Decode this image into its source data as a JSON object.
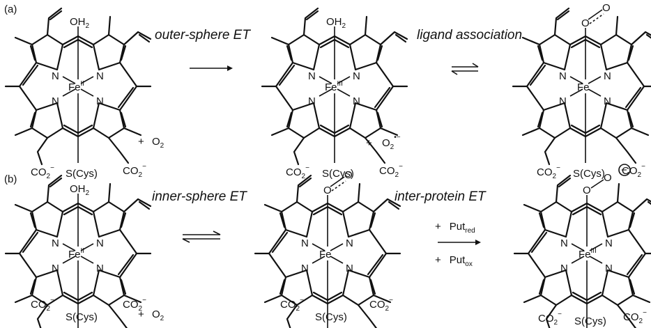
{
  "panels": [
    {
      "label": "(a)",
      "steps": [
        "outer-sphere ET",
        "ligand association"
      ],
      "molecules": [
        {
          "axial": "OH2",
          "axial_main": "OH",
          "axial_sub": "2",
          "metal": "Fe",
          "ox": "II",
          "n": [
            "N",
            "N",
            "N",
            "N"
          ],
          "co2": [
            "CO2",
            "CO2"
          ],
          "co2_main": "CO",
          "co2_sub": "2",
          "co2_sup": "−",
          "thiolate": "S(Cys)",
          "plus": "+",
          "reagent_main": "O",
          "reagent_sub": "2",
          "reagent_sup": ""
        },
        {
          "axial": "OH2",
          "axial_main": "OH",
          "axial_sub": "2",
          "metal": "Fe",
          "ox": "III",
          "n": [
            "N",
            "N",
            "N",
            "N"
          ],
          "co2": [
            "CO2",
            "CO2"
          ],
          "co2_main": "CO",
          "co2_sub": "2",
          "co2_sup": "−",
          "thiolate": "S(Cys)",
          "plus": "+",
          "reagent_main": "O",
          "reagent_sub": "2",
          "reagent_sup": "•−"
        },
        {
          "axial": "O=O",
          "axial_o1": "O",
          "axial_o2": "O",
          "metal": "Fe",
          "ox": "",
          "n": [
            "N",
            "N",
            "N",
            "N"
          ],
          "co2": [
            "CO2",
            "CO2"
          ],
          "co2_main": "CO",
          "co2_sub": "2",
          "co2_sup": "−",
          "thiolate": "S(Cys)"
        }
      ]
    },
    {
      "label": "(b)",
      "steps": [
        "inner-sphere ET",
        "inter-protein ET"
      ],
      "arrow_reagents": {
        "top_plus": "+",
        "top_main": "Put",
        "top_sub": "red",
        "bottom_plus": "+",
        "bottom_main": "Put",
        "bottom_sub": "ox"
      },
      "molecules": [
        {
          "axial": "OH2",
          "axial_main": "OH",
          "axial_sub": "2",
          "metal": "Fe",
          "ox": "II",
          "n": [
            "N",
            "N",
            "N",
            "N"
          ],
          "co2": [
            "CO2",
            "CO2"
          ],
          "co2_main": "CO",
          "co2_sub": "2",
          "co2_sup": "−",
          "thiolate": "S(Cys)",
          "plus": "+",
          "reagent_main": "O",
          "reagent_sub": "2",
          "reagent_sup": ""
        },
        {
          "axial": "O=O",
          "axial_o1": "O",
          "axial_o2": "O",
          "metal": "Fe",
          "ox": "",
          "n": [
            "N",
            "N",
            "N",
            "N"
          ],
          "co2": [
            "CO2",
            "CO2"
          ],
          "co2_main": "CO",
          "co2_sub": "2",
          "co2_sup": "−",
          "thiolate": "S(Cys)"
        },
        {
          "axial": "O-O⁻",
          "axial_o1": "O",
          "axial_o2": "O",
          "charge": "−",
          "metal": "Fe",
          "ox": "III",
          "n": [
            "N",
            "N",
            "N",
            "N"
          ],
          "co2": [
            "CO2",
            "CO2"
          ],
          "co2_main": "CO",
          "co2_sub": "2",
          "co2_sup": "−",
          "thiolate": "S(Cys)"
        }
      ]
    }
  ]
}
